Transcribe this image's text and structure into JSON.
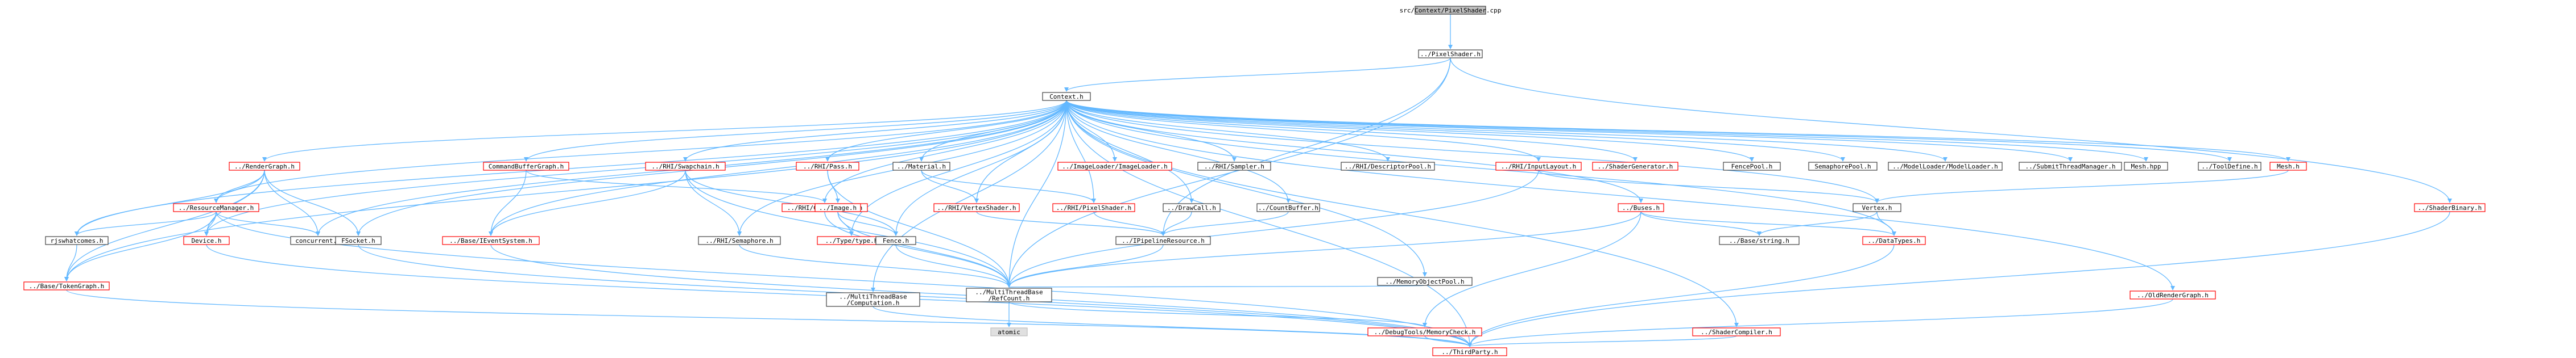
{
  "colors": {
    "root_fill": "#bfbfbf",
    "node_fill": "#ffffff",
    "node_border_black": "#404040",
    "node_border_red": "#ff0000",
    "node_border_gray": "#bfbfbf",
    "system_fill": "#e0e0e0",
    "edge": "#63b8ff"
  },
  "nodes": [
    {
      "id": "root",
      "lines": [
        "src/Context/PixelShader.cpp"
      ],
      "style": "root"
    },
    {
      "id": "pixelshader_h",
      "lines": [
        "../PixelShader.h"
      ],
      "style": "black"
    },
    {
      "id": "context_h",
      "lines": [
        "Context.h"
      ],
      "style": "black"
    },
    {
      "id": "rendergraph_h",
      "lines": [
        "../RenderGraph.h"
      ],
      "style": "red"
    },
    {
      "id": "commandbuffergraph_h",
      "lines": [
        "CommandBufferGraph.h"
      ],
      "style": "red"
    },
    {
      "id": "rhi_swapchain_h",
      "lines": [
        "../RHI/Swapchain.h"
      ],
      "style": "red"
    },
    {
      "id": "rhi_pass_h",
      "lines": [
        "../RHI/Pass.h"
      ],
      "style": "red"
    },
    {
      "id": "material_h",
      "lines": [
        "../Material.h"
      ],
      "style": "black"
    },
    {
      "id": "imageloader_h",
      "lines": [
        "../ImageLoader/ImageLoader.h"
      ],
      "style": "red"
    },
    {
      "id": "rhi_sampler_h",
      "lines": [
        "../RHI/Sampler.h"
      ],
      "style": "black"
    },
    {
      "id": "rhi_descriptorpool_h",
      "lines": [
        "../RHI/DescriptorPool.h"
      ],
      "style": "black"
    },
    {
      "id": "rhi_inputlayout_h",
      "lines": [
        "../RHI/InputLayout.h"
      ],
      "style": "red"
    },
    {
      "id": "shadergenerator_h",
      "lines": [
        "../ShaderGenerator.h"
      ],
      "style": "red"
    },
    {
      "id": "fencepool_h",
      "lines": [
        "FencePool.h"
      ],
      "style": "black"
    },
    {
      "id": "semaphorepool_h",
      "lines": [
        "SemaphorePool.h"
      ],
      "style": "black"
    },
    {
      "id": "modelloader_h",
      "lines": [
        "../ModelLoader/ModelLoader.h"
      ],
      "style": "black"
    },
    {
      "id": "submitthreadmanager_h",
      "lines": [
        "../SubmitThreadManager.h"
      ],
      "style": "black"
    },
    {
      "id": "mesh_hpp",
      "lines": [
        "Mesh.hpp"
      ],
      "style": "black"
    },
    {
      "id": "tooldefine_h",
      "lines": [
        "../ToolDefine.h"
      ],
      "style": "black"
    },
    {
      "id": "mesh_h",
      "lines": [
        "Mesh.h"
      ],
      "style": "red"
    },
    {
      "id": "resourcemanager_h",
      "lines": [
        "../ResourceManager.h"
      ],
      "style": "red"
    },
    {
      "id": "rhi_commandpool_h",
      "lines": [
        "../RHI/CommandPool.h"
      ],
      "style": "red"
    },
    {
      "id": "image_h",
      "lines": [
        "../Image.h"
      ],
      "style": "red"
    },
    {
      "id": "rhi_vertexshader_h",
      "lines": [
        "../RHI/VertexShader.h"
      ],
      "style": "red"
    },
    {
      "id": "rhi_pixelshader_h",
      "lines": [
        "../RHI/PixelShader.h"
      ],
      "style": "red"
    },
    {
      "id": "drawcall_h",
      "lines": [
        "../DrawCall.h"
      ],
      "style": "black"
    },
    {
      "id": "countbuffer_h",
      "lines": [
        "../CountBuffer.h"
      ],
      "style": "black"
    },
    {
      "id": "buses_h",
      "lines": [
        "../Buses.h"
      ],
      "style": "red"
    },
    {
      "id": "vertex_h",
      "lines": [
        "Vertex.h"
      ],
      "style": "black"
    },
    {
      "id": "shaderbinary_h",
      "lines": [
        "../ShaderBinary.h"
      ],
      "style": "red"
    },
    {
      "id": "rjswhatcomes_h",
      "lines": [
        "rjswhatcomes.h"
      ],
      "style": "black"
    },
    {
      "id": "device_h",
      "lines": [
        "Device.h"
      ],
      "style": "red"
    },
    {
      "id": "concurrent_h",
      "lines": [
        "concurrent.h"
      ],
      "style": "black"
    },
    {
      "id": "fsocket_h",
      "lines": [
        "FSocket.h"
      ],
      "style": "black"
    },
    {
      "id": "base_ieventsystem_h",
      "lines": [
        "../Base/IEventSystem.h"
      ],
      "style": "red"
    },
    {
      "id": "rhi_semaphore_h",
      "lines": [
        "../RHI/Semaphore.h"
      ],
      "style": "black"
    },
    {
      "id": "type_type_h",
      "lines": [
        "../Type/type.h"
      ],
      "style": "red"
    },
    {
      "id": "fence_h",
      "lines": [
        "Fence.h"
      ],
      "style": "black"
    },
    {
      "id": "ipipelineresource_h",
      "lines": [
        "../IPipelineResource.h"
      ],
      "style": "black"
    },
    {
      "id": "base_string_h",
      "lines": [
        "../Base/string.h"
      ],
      "style": "black"
    },
    {
      "id": "datatypes_h",
      "lines": [
        "../DataTypes.h"
      ],
      "style": "red"
    },
    {
      "id": "base_tokengraph_h",
      "lines": [
        "../Base/TokenGraph.h"
      ],
      "style": "red"
    },
    {
      "id": "memoryobjectpool_h",
      "lines": [
        "../MemoryObjectPool.h"
      ],
      "style": "black"
    },
    {
      "id": "multithreadbase_computation_h",
      "lines": [
        "../MultiThreadBase",
        "/Computation.h"
      ],
      "style": "black"
    },
    {
      "id": "multithreadbase_refcount_h",
      "lines": [
        "../MultiThreadBase",
        "/RefCount.h"
      ],
      "style": "black"
    },
    {
      "id": "oldrendergraph_h",
      "lines": [
        "../OldRenderGraph.h"
      ],
      "style": "red"
    },
    {
      "id": "atomic",
      "lines": [
        "atomic"
      ],
      "style": "system"
    },
    {
      "id": "debugtools_memorycheck_h",
      "lines": [
        "../DebugTools/MemoryCheck.h"
      ],
      "style": "red"
    },
    {
      "id": "shadercompiler_h",
      "lines": [
        "../ShaderCompiler.h"
      ],
      "style": "red"
    },
    {
      "id": "thirdparty_h",
      "lines": [
        "../ThirdParty.h"
      ],
      "style": "red"
    }
  ]
}
